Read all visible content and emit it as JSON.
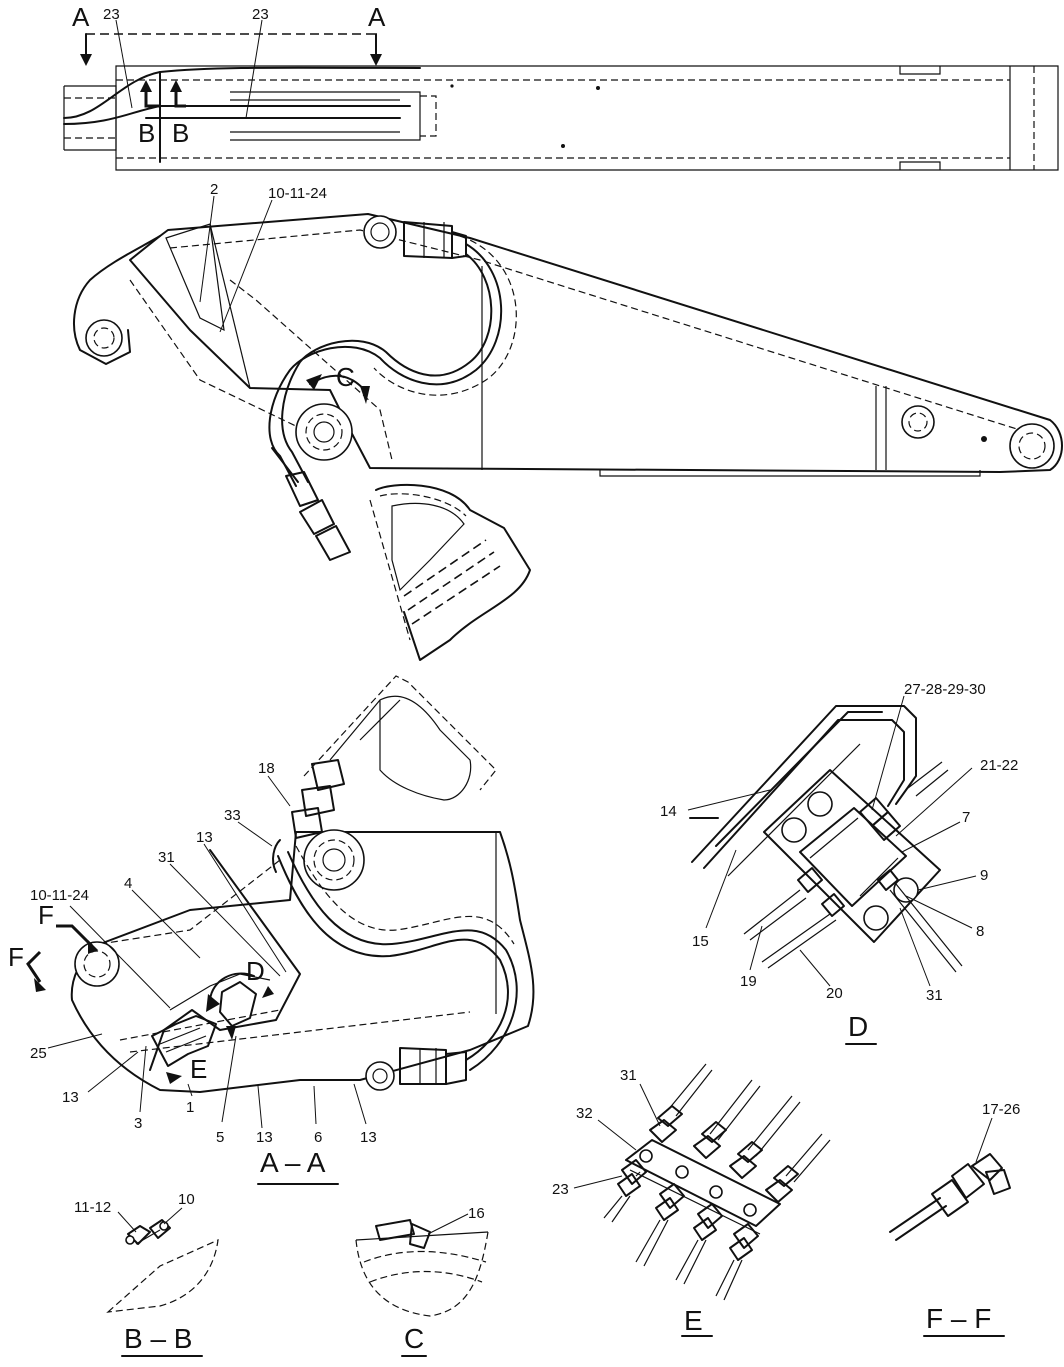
{
  "section_markers": {
    "a_left": "A",
    "a_right": "A",
    "b_left": "B",
    "b_right": "B",
    "c": "C",
    "d": "D",
    "e": "E",
    "f_top": "F",
    "f_left": "F"
  },
  "view_titles": {
    "aa": "A – A",
    "bb": "B – B",
    "c": "C",
    "d": "D",
    "e": "E",
    "ff": "F – F"
  },
  "callouts": {
    "top": {
      "n23a": "23",
      "n23b": "23"
    },
    "side": {
      "n2": "2",
      "n10_11_24": "10-11-24"
    },
    "aa": {
      "n18": "18",
      "n33": "33",
      "n13a": "13",
      "n31": "31",
      "n4": "4",
      "n10_11_24": "10-11-24",
      "n25": "25",
      "n13b": "13",
      "n3": "3",
      "n1": "1",
      "n5": "5",
      "n13c": "13",
      "n6": "6",
      "n13d": "13"
    },
    "d": {
      "n27_30": "27-28-29-30",
      "n21_22": "21-22",
      "n14": "14",
      "n7": "7",
      "n9": "9",
      "n8": "8",
      "n15": "15",
      "n19": "19",
      "n20": "20",
      "n31": "31"
    },
    "e": {
      "n31": "31",
      "n32": "32",
      "n23": "23"
    },
    "bb": {
      "n11_12": "11-12",
      "n10": "10"
    },
    "c": {
      "n16": "16"
    },
    "ff": {
      "n17_26": "17-26"
    }
  }
}
